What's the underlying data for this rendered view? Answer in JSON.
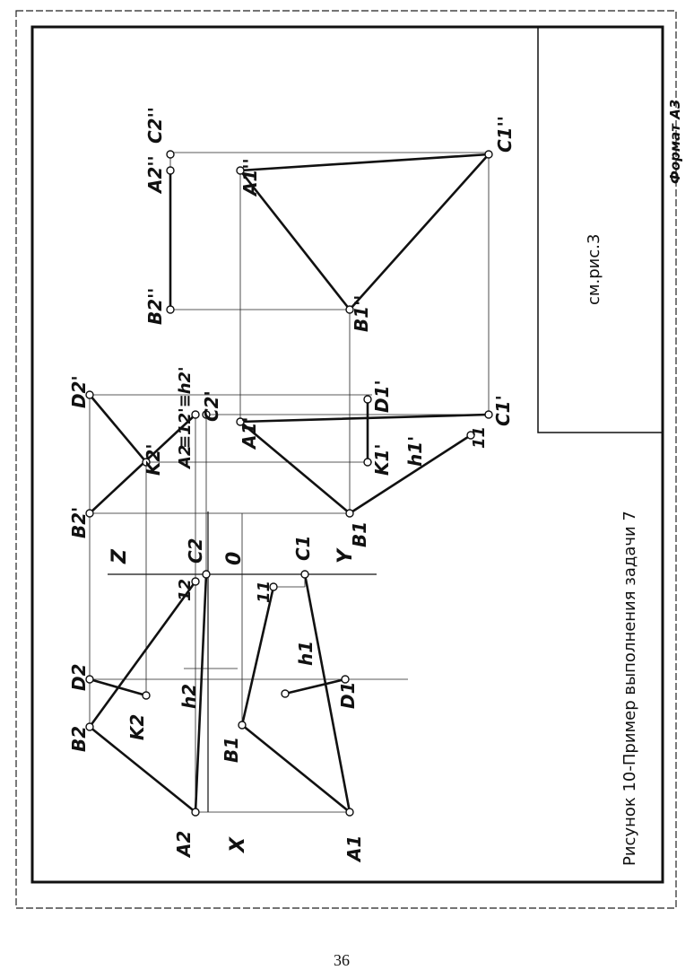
{
  "caption": "Рисунок 10-Пример выполнения задачи 7",
  "reference_note": "см.рис.3",
  "format_label": "Формат А3",
  "page_number": "36",
  "axis_labels": {
    "z": "Z",
    "x": "X",
    "y": "Y",
    "origin": "0"
  },
  "left_view_labels": {
    "A2": "A2",
    "B2": "B2",
    "C2": "C2",
    "D2": "D2",
    "K2": "K2",
    "h2": "h2",
    "one2": "12",
    "A1": "A1",
    "B1": "B1",
    "C1": "C1",
    "D1": "D1",
    "h1": "h1",
    "one1": "11"
  },
  "middle_view_labels": {
    "B2p": "B2'",
    "D2p": "D2'",
    "K2p": "K2'",
    "A2p": "A2",
    "C2p": "C2'",
    "eq": "≡12'≡h2'",
    "A1p": "A1'",
    "B1p": "B1",
    "C1p": "C1'",
    "D1p": "D1'",
    "K1p": "K1'",
    "h1p": "h1'",
    "one1p": "11"
  },
  "right_view_labels": {
    "B2pp": "B2''",
    "A2pp": "A2''",
    "C2pp": "C2''",
    "A1pp": "A1''",
    "B1pp": "B1''",
    "C1pp": "C1''"
  }
}
